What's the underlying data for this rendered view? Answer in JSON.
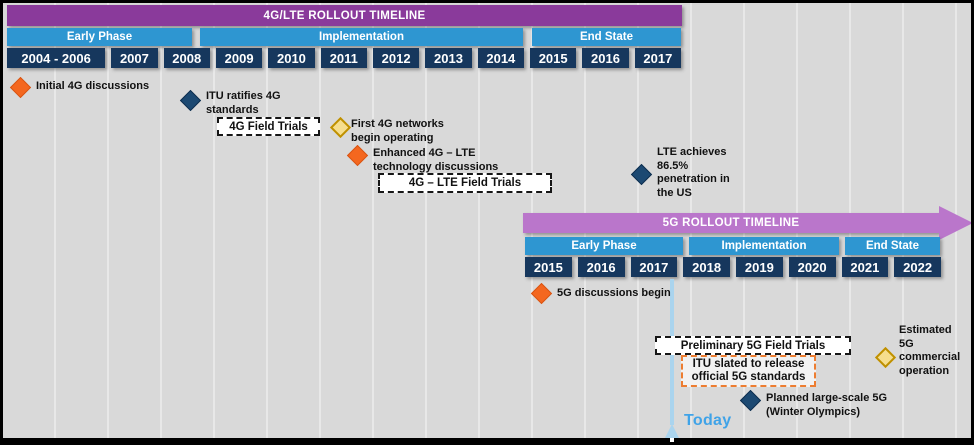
{
  "colors": {
    "background": "#d9d9d9",
    "gridline": "#e8e8e8",
    "banner_4g_purple": "#8a3a9b",
    "banner_5g_purple": "#ba76cb",
    "phase_bar_blue": "#2e96d1",
    "year_box_navy": "#16375d",
    "orange_diamond": "#f4671f",
    "navy_diamond": "#1c4972",
    "gold_diamond_fill": "#f6de8d",
    "gold_diamond_border": "#bf9000",
    "today_line_blue": "#aad4ee",
    "today_text_blue": "#3fa3e8"
  },
  "timeline_4g": {
    "title": "4G/LTE ROLLOUT TIMELINE",
    "phases": [
      "Early Phase",
      "Implementation",
      "End State"
    ],
    "years": [
      "2004 - 2006",
      "2007",
      "2008",
      "2009",
      "2010",
      "2011",
      "2012",
      "2013",
      "2014",
      "2015",
      "2016",
      "2017"
    ],
    "milestones": {
      "initial": {
        "marker": "orange-diamond",
        "lines": [
          "Initial 4G discussions"
        ]
      },
      "itu": {
        "marker": "navy-diamond",
        "lines": [
          "ITU ratifies 4G",
          "standards"
        ]
      },
      "first_networks": {
        "marker": "gold-diamond",
        "lines": [
          "First 4G networks",
          "begin operating"
        ]
      },
      "enhanced": {
        "marker": "orange-diamond",
        "lines": [
          "Enhanced 4G – LTE",
          "technology discussions"
        ]
      },
      "lte_penetration": {
        "marker": "navy-diamond",
        "lines": [
          "LTE achieves",
          "86.5%",
          "penetration in",
          "the US"
        ]
      }
    },
    "trial_boxes": {
      "field_trials": "4G Field Trials",
      "lte_field_trials": "4G – LTE Field Trials"
    }
  },
  "timeline_5g": {
    "title": "5G ROLLOUT TIMELINE",
    "phases": [
      "Early Phase",
      "Implementation",
      "End State"
    ],
    "years": [
      "2015",
      "2016",
      "2017",
      "2018",
      "2019",
      "2020",
      "2021",
      "2022"
    ],
    "milestones": {
      "discussions": {
        "marker": "orange-diamond",
        "lines": [
          "5G discussions begin"
        ]
      },
      "olympics": {
        "marker": "navy-diamond",
        "lines": [
          "Planned large-scale 5G",
          "(Winter Olympics)"
        ]
      },
      "commercial": {
        "marker": "gold-diamond",
        "lines": [
          "Estimated",
          "5G",
          "commercial",
          "operation"
        ]
      }
    },
    "trial_boxes": {
      "preliminary": "Preliminary 5G Field Trials",
      "itu_standards": {
        "lines": [
          "ITU slated to release",
          "official 5G standards"
        ]
      }
    }
  },
  "today_marker": {
    "label": "Today"
  }
}
